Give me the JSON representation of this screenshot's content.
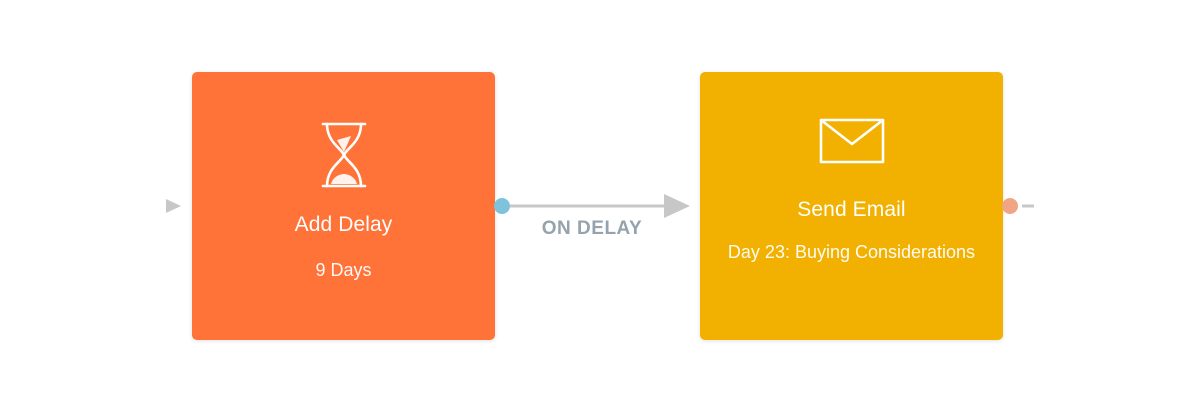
{
  "colors": {
    "delay_node": "#FF7339",
    "email_node": "#F2B100",
    "port_blue": "#7EC3DB",
    "port_salmon": "#F0A584",
    "edge": "#C7C7C7",
    "connector_label": "#94A3AE"
  },
  "nodes": {
    "delay": {
      "icon": "hourglass-icon",
      "title": "Add Delay",
      "subtitle": "9 Days"
    },
    "email": {
      "icon": "envelope-icon",
      "title": "Send Email",
      "subtitle": "Day 23: Buying Considerations"
    }
  },
  "connector": {
    "label": "ON DELAY"
  }
}
